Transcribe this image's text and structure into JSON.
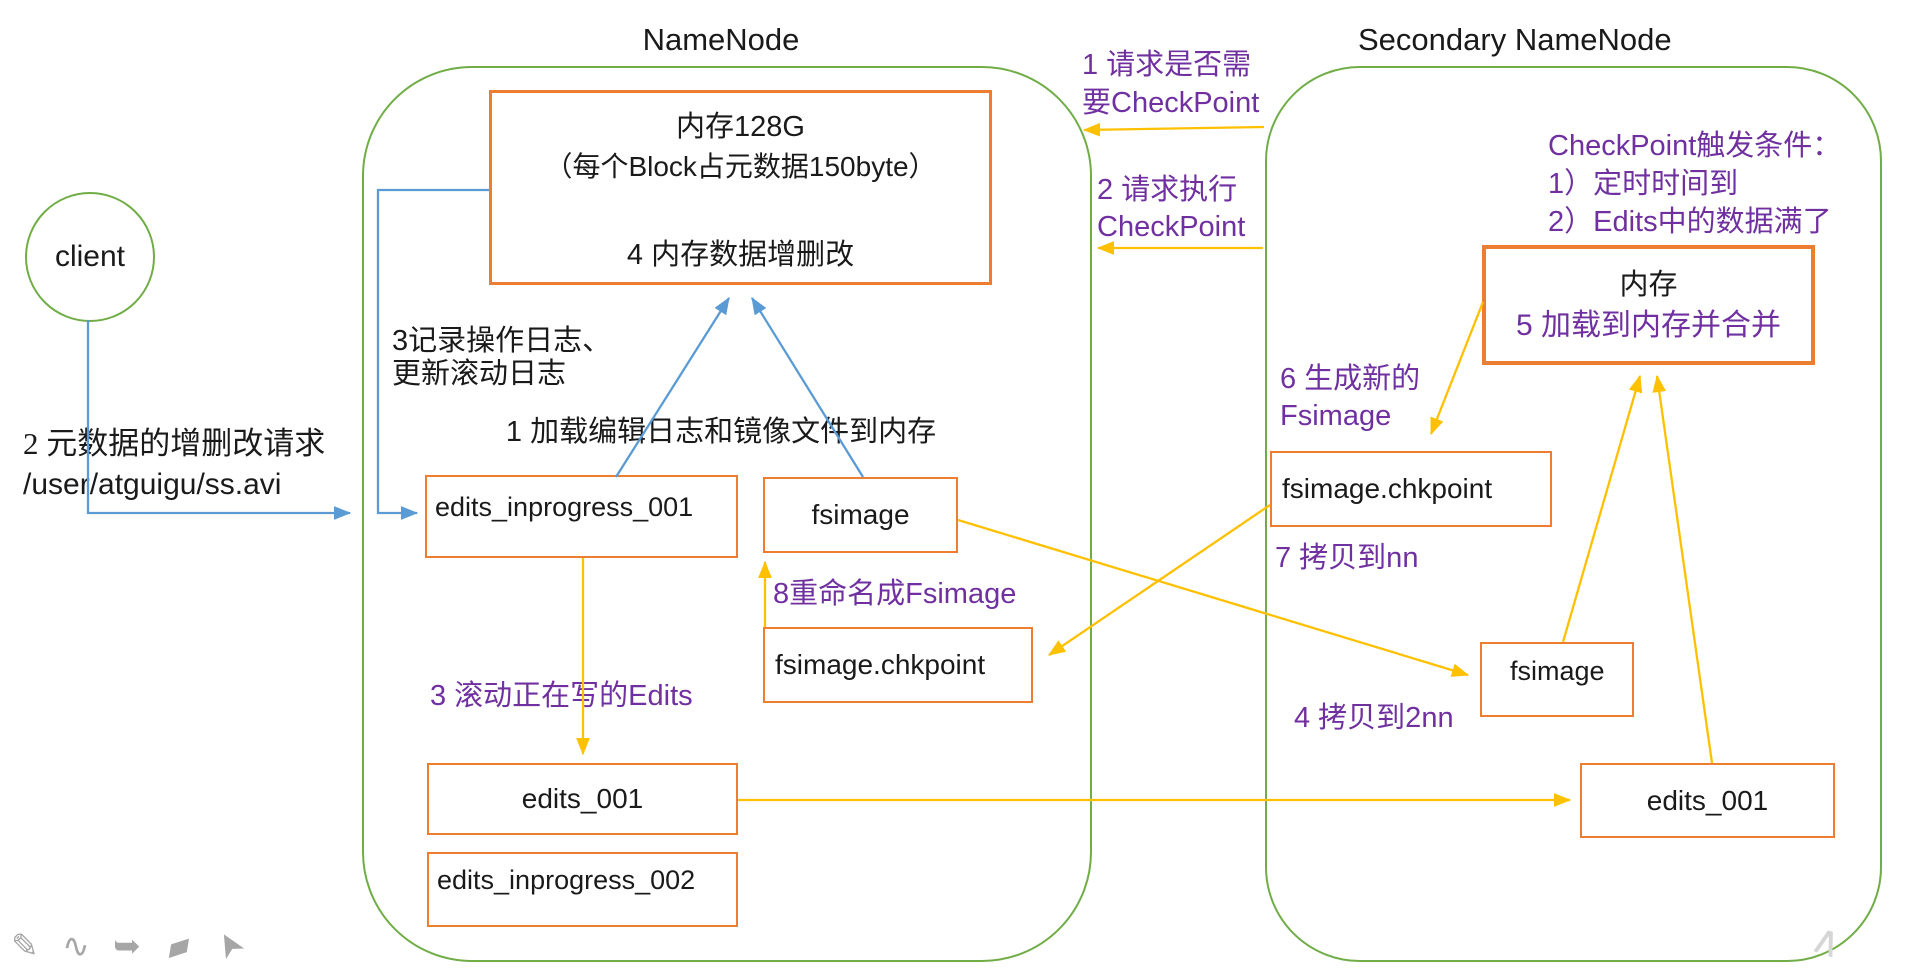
{
  "colors": {
    "container_green": "#70AD47",
    "box_orange": "#ED7D31",
    "arrow_blue": "#5B9BD5",
    "arrow_yellow": "#FFC000",
    "note_purple": "#7030A0",
    "toolbar_gray": "#A6A6A6"
  },
  "client": {
    "label": "client"
  },
  "client_request": {
    "line1": "2 元数据的增删改请求",
    "line2": "/user/atguigu/ss.avi"
  },
  "namenode": {
    "title": "NameNode",
    "memory_box": {
      "line1": "内存128G",
      "line2": "（每个Block占元数据150byte）",
      "line3": "4 内存数据增删改"
    },
    "note_log_line1": "3记录操作日志、",
    "note_log_line2": "更新滚动日志",
    "note_load": "1 加载编辑日志和镜像文件到内存",
    "box_edits_inprogress_001": "edits_inprogress_001",
    "box_fsimage": "fsimage",
    "note_rename": "8重命名成Fsimage",
    "box_fsimage_chkpoint": "fsimage.chkpoint",
    "note_roll": "3 滚动正在写的Edits",
    "box_edits_001": "edits_001",
    "box_edits_inprogress_002": "edits_inprogress_002"
  },
  "secondary": {
    "title": "Secondary NameNode",
    "note_trigger_line1": "CheckPoint触发条件：",
    "note_trigger_line2": "1）定时时间到",
    "note_trigger_line3": "2）Edits中的数据满了",
    "memory_box": {
      "line1": "内存",
      "line2": "5 加载到内存并合并"
    },
    "note_new_fsimage_line1": "6 生成新的",
    "note_new_fsimage_line2": "Fsimage",
    "box_fsimage_chkpoint": "fsimage.chkpoint",
    "note_copy_nn": "7 拷贝到nn",
    "box_fsimage": "fsimage",
    "note_copy_2nn": "4 拷贝到2nn",
    "box_edits_001": "edits_001"
  },
  "messages": {
    "msg1_line1": "1 请求是否需",
    "msg1_line2": "要CheckPoint",
    "msg2_line1": "2 请求执行",
    "msg2_line2": "CheckPoint"
  },
  "toolbar": {
    "icons": [
      {
        "name": "pencil-icon",
        "glyph": "✎"
      },
      {
        "name": "curve-icon",
        "glyph": "∿"
      },
      {
        "name": "highlight-icon",
        "glyph": "➥"
      },
      {
        "name": "eraser-icon",
        "glyph": "▰"
      },
      {
        "name": "cursor-icon",
        "glyph": "➤"
      }
    ]
  },
  "watermark_glyph": "∧"
}
